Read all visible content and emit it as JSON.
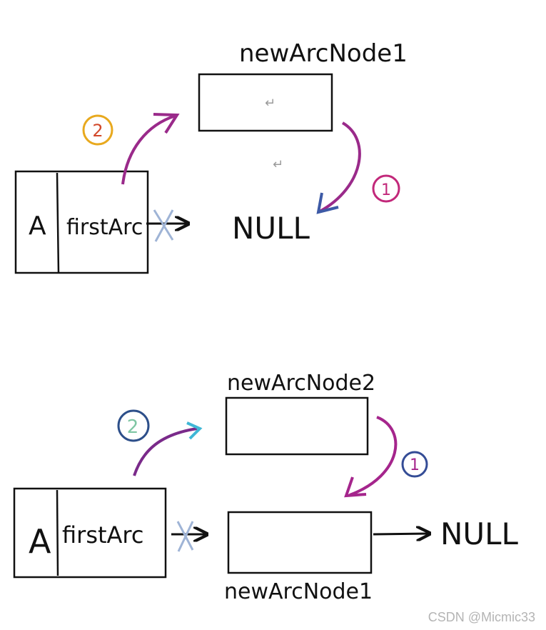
{
  "top": {
    "new_node_label": "newArcNode1",
    "head_letter": "A",
    "head_field": "firstArc",
    "null_label": "NULL",
    "step_one": "1",
    "step_two": "2",
    "return_mark_1": "↵",
    "return_mark_2": "↵"
  },
  "bottom": {
    "new_node_label": "newArcNode2",
    "old_node_label": "newArcNode1",
    "head_letter": "A",
    "head_field": "firstArc",
    "null_label": "NULL",
    "step_one": "1",
    "step_two": "2"
  },
  "watermark": "CSDN @Micmic33",
  "colors": {
    "ink": "#111111",
    "step_two_top": "#e8a91e",
    "step_two_top_inner": "#d2482a",
    "step_one_top": "#c2287a",
    "arrow_purple": "#9a2a8a",
    "arrow_blue": "#3d5aa6",
    "cross_blue": "#9fb4d6",
    "step_two_bottom_a": "#2d4f8a",
    "step_two_bottom_b": "#7fc6a4",
    "step_one_bottom": "#344c96",
    "arrow_cyan": "#3fb7d6",
    "arrow_magenta": "#a5258c"
  }
}
